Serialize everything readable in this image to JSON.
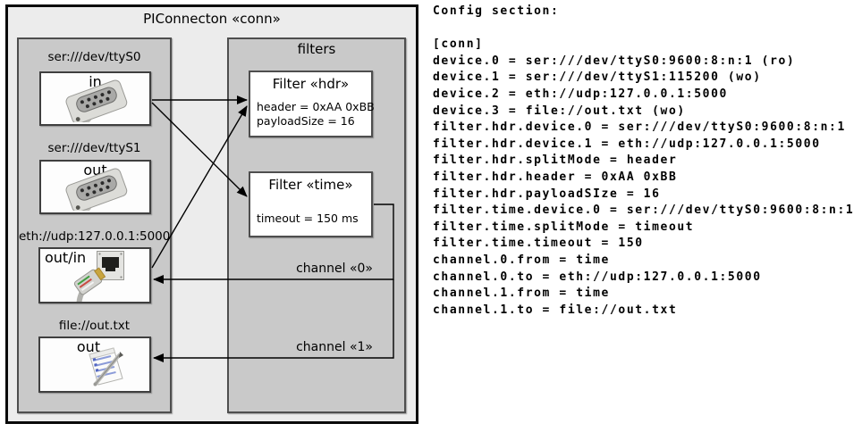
{
  "diagram": {
    "title": "PIConnecton «conn»",
    "devices": [
      {
        "label": "ser:///dev/ttyS0",
        "direction": "in",
        "icon": "serial-connector-icon"
      },
      {
        "label": "ser:///dev/ttyS1",
        "direction": "out",
        "icon": "serial-connector-icon"
      },
      {
        "label": "eth://udp:127.0.0.1:5000",
        "direction": "out/in",
        "icon": "ethernet-icon"
      },
      {
        "label": "file://out.txt",
        "direction": "out",
        "icon": "notepad-icon"
      }
    ],
    "filters_group_label": "filters",
    "filters": [
      {
        "title": "Filter «hdr»",
        "lines": [
          "header = 0xAA 0xBB",
          "payloadSize = 16"
        ]
      },
      {
        "title": "Filter «time»",
        "lines": [
          "timeout = 150 ms"
        ]
      }
    ],
    "channels": [
      {
        "label": "channel «0»"
      },
      {
        "label": "channel «1»"
      }
    ],
    "colors": {
      "frame_fill": "#ececec",
      "group_fill": "#c9c9c9",
      "box_fill": "#ffffff",
      "border": "#4e4e4e",
      "line": "#000000"
    }
  },
  "config": {
    "heading": "Config section:",
    "lines": [
      "[conn]",
      "device.0 = ser:///dev/ttyS0:9600:8:n:1 (ro)",
      "device.1 = ser:///dev/ttyS1:115200 (wo)",
      "device.2 = eth://udp:127.0.0.1:5000",
      "device.3 = file://out.txt (wo)",
      "filter.hdr.device.0 = ser:///dev/ttyS0:9600:8:n:1",
      "filter.hdr.device.1 = eth://udp:127.0.0.1:5000",
      "filter.hdr.splitMode = header",
      "filter.hdr.header = 0xAA 0xBB",
      "filter.hdr.payloadSIze = 16",
      "filter.time.device.0 = ser:///dev/ttyS0:9600:8:n:1",
      "filter.time.splitMode = timeout",
      "filter.time.timeout = 150",
      "channel.0.from = time",
      "channel.0.to = eth://udp:127.0.0.1:5000",
      "channel.1.from = time",
      "channel.1.to = file://out.txt"
    ]
  }
}
